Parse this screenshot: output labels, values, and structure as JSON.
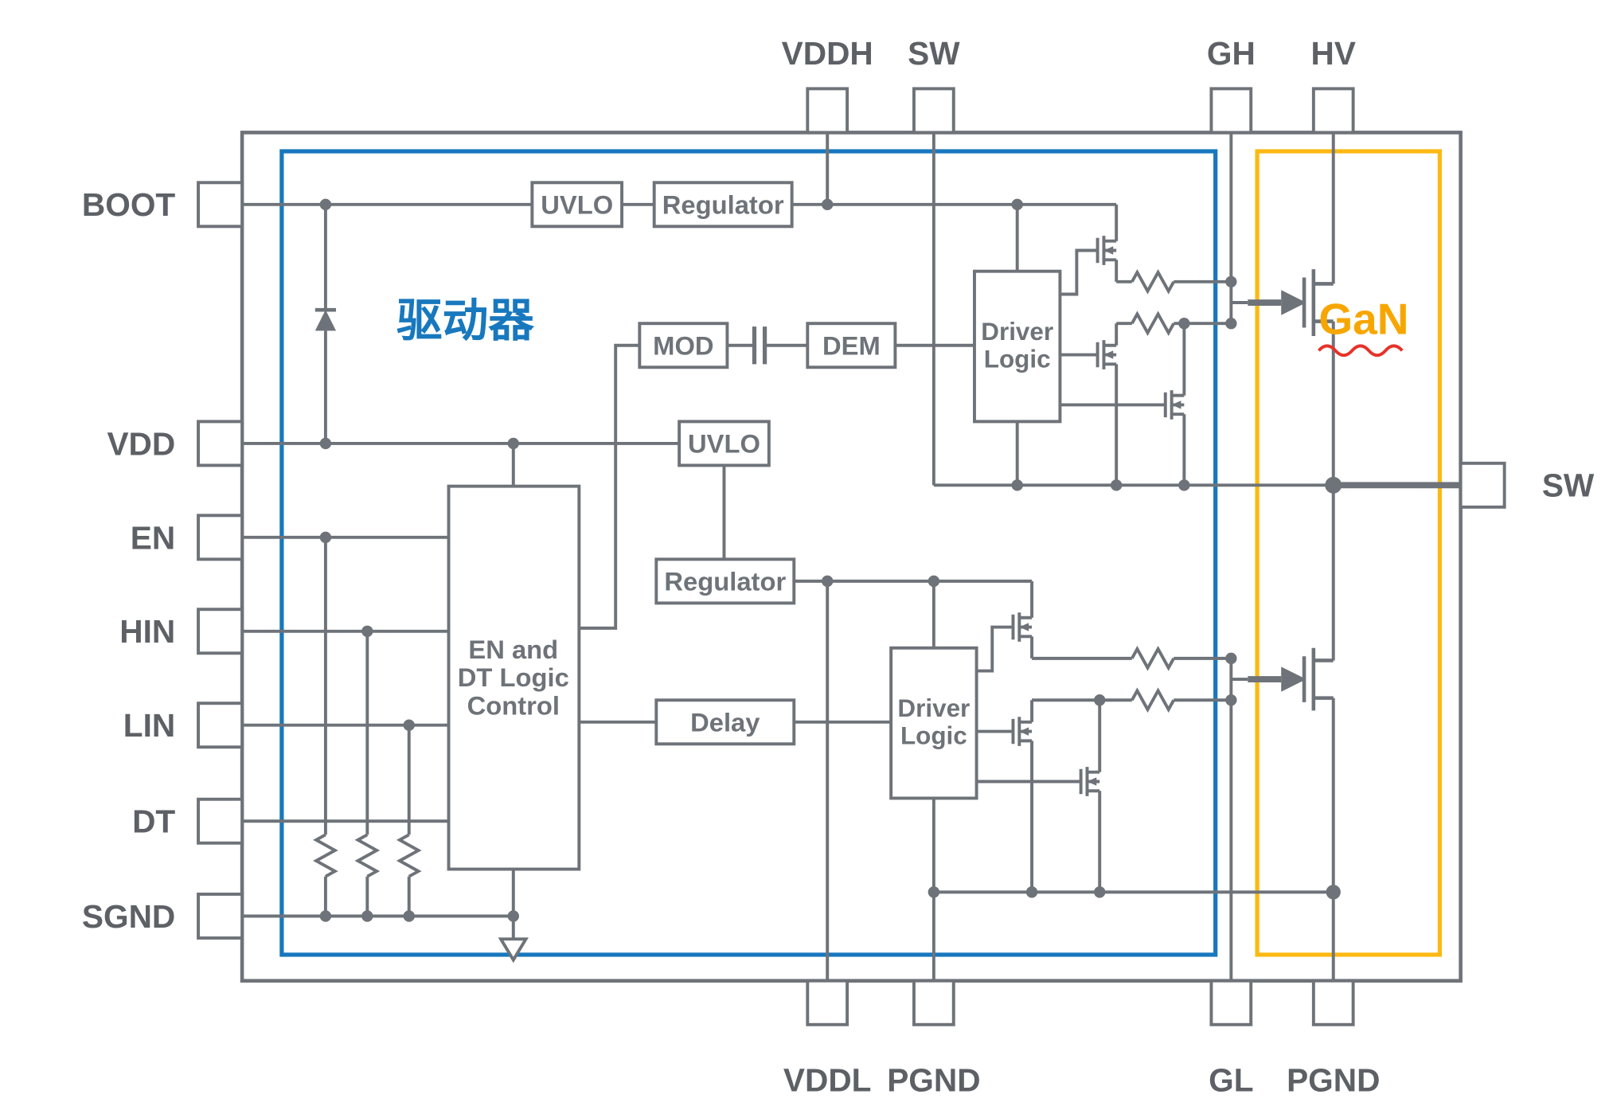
{
  "regions": {
    "driver": {
      "label": "驱动器"
    },
    "gan": {
      "label": "GaN"
    }
  },
  "pins": {
    "top": [
      {
        "label": "VDDH"
      },
      {
        "label": "SW"
      },
      {
        "label": "GH"
      },
      {
        "label": "HV"
      }
    ],
    "bottom": [
      {
        "label": "VDDL"
      },
      {
        "label": "PGND"
      },
      {
        "label": "GL"
      },
      {
        "label": "PGND"
      }
    ],
    "left": [
      {
        "label": "BOOT"
      },
      {
        "label": "VDD"
      },
      {
        "label": "EN"
      },
      {
        "label": "HIN"
      },
      {
        "label": "LIN"
      },
      {
        "label": "DT"
      },
      {
        "label": "SGND"
      }
    ],
    "right": [
      {
        "label": "SW"
      }
    ]
  },
  "blocks": {
    "uvlo_top": {
      "label": "UVLO"
    },
    "regulator_top": {
      "label": "Regulator"
    },
    "mod": {
      "label": "MOD"
    },
    "dem": {
      "label": "DEM"
    },
    "uvlo_mid": {
      "label": "UVLO"
    },
    "regulator_mid": {
      "label": "Regulator"
    },
    "delay": {
      "label": "Delay"
    },
    "en_dt_logic": {
      "line1": "EN and",
      "line2": "DT Logic",
      "line3": "Control"
    },
    "driver_logic_top": {
      "line1": "Driver",
      "line2": "Logic"
    },
    "driver_logic_bottom": {
      "line1": "Driver",
      "line2": "Logic"
    }
  },
  "colors": {
    "wire": "#6e7379",
    "pin_label": "#5d6166",
    "block_border": "#6e7379",
    "driver_region_border": "#1878be",
    "driver_region_text": "#1878be",
    "gan_region_border": "#fdb913",
    "gan_text": "#f7a600",
    "underline_squiggle": "#e63229"
  }
}
